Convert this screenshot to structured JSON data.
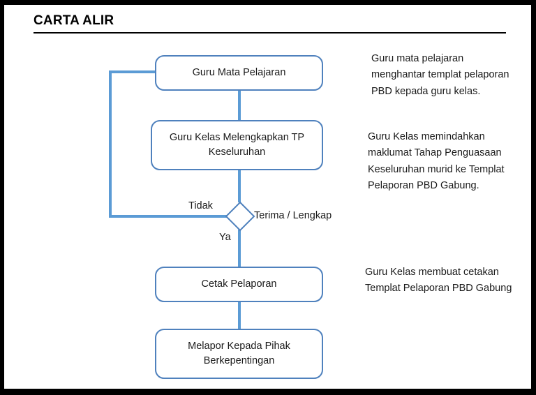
{
  "page": {
    "title": "CARTA ALIR"
  },
  "flowchart": {
    "nodes": [
      {
        "id": "guru-mata-pelajaran",
        "label": "Guru Mata Pelajaran",
        "shape": "rounded-rectangle"
      },
      {
        "id": "guru-kelas-melengkapkan-tp",
        "label": "Guru Kelas Melengkapkan TP Keseluruhan",
        "shape": "rounded-rectangle"
      },
      {
        "id": "terima-lengkap",
        "label": "",
        "shape": "diamond"
      },
      {
        "id": "cetak-pelaporan",
        "label": "Cetak Pelaporan",
        "shape": "rounded-rectangle"
      },
      {
        "id": "melapor-kepada-pihak",
        "label": "Melapor Kepada Pihak Berkepentingan",
        "shape": "rounded-rectangle"
      }
    ],
    "edge_labels": {
      "decision_question": "Terima / Lengkap",
      "no": "Tidak",
      "yes": "Ya"
    }
  },
  "annotations": [
    {
      "id": "note-1",
      "text": "Guru mata pelajaran menghantar templat pelaporan PBD kepada guru kelas."
    },
    {
      "id": "note-2",
      "text": "Guru Kelas memindahkan maklumat Tahap Penguasaan Keseluruhan murid ke Templat Pelaporan PBD Gabung."
    },
    {
      "id": "note-3",
      "text": "Guru Kelas membuat cetakan  Templat Pelaporan PBD Gabung"
    }
  ],
  "colors": {
    "node_border": "#4F81BD",
    "connector": "#5B9BD5",
    "frame": "#000000",
    "text": "#1a1a1a",
    "background": "#ffffff"
  }
}
